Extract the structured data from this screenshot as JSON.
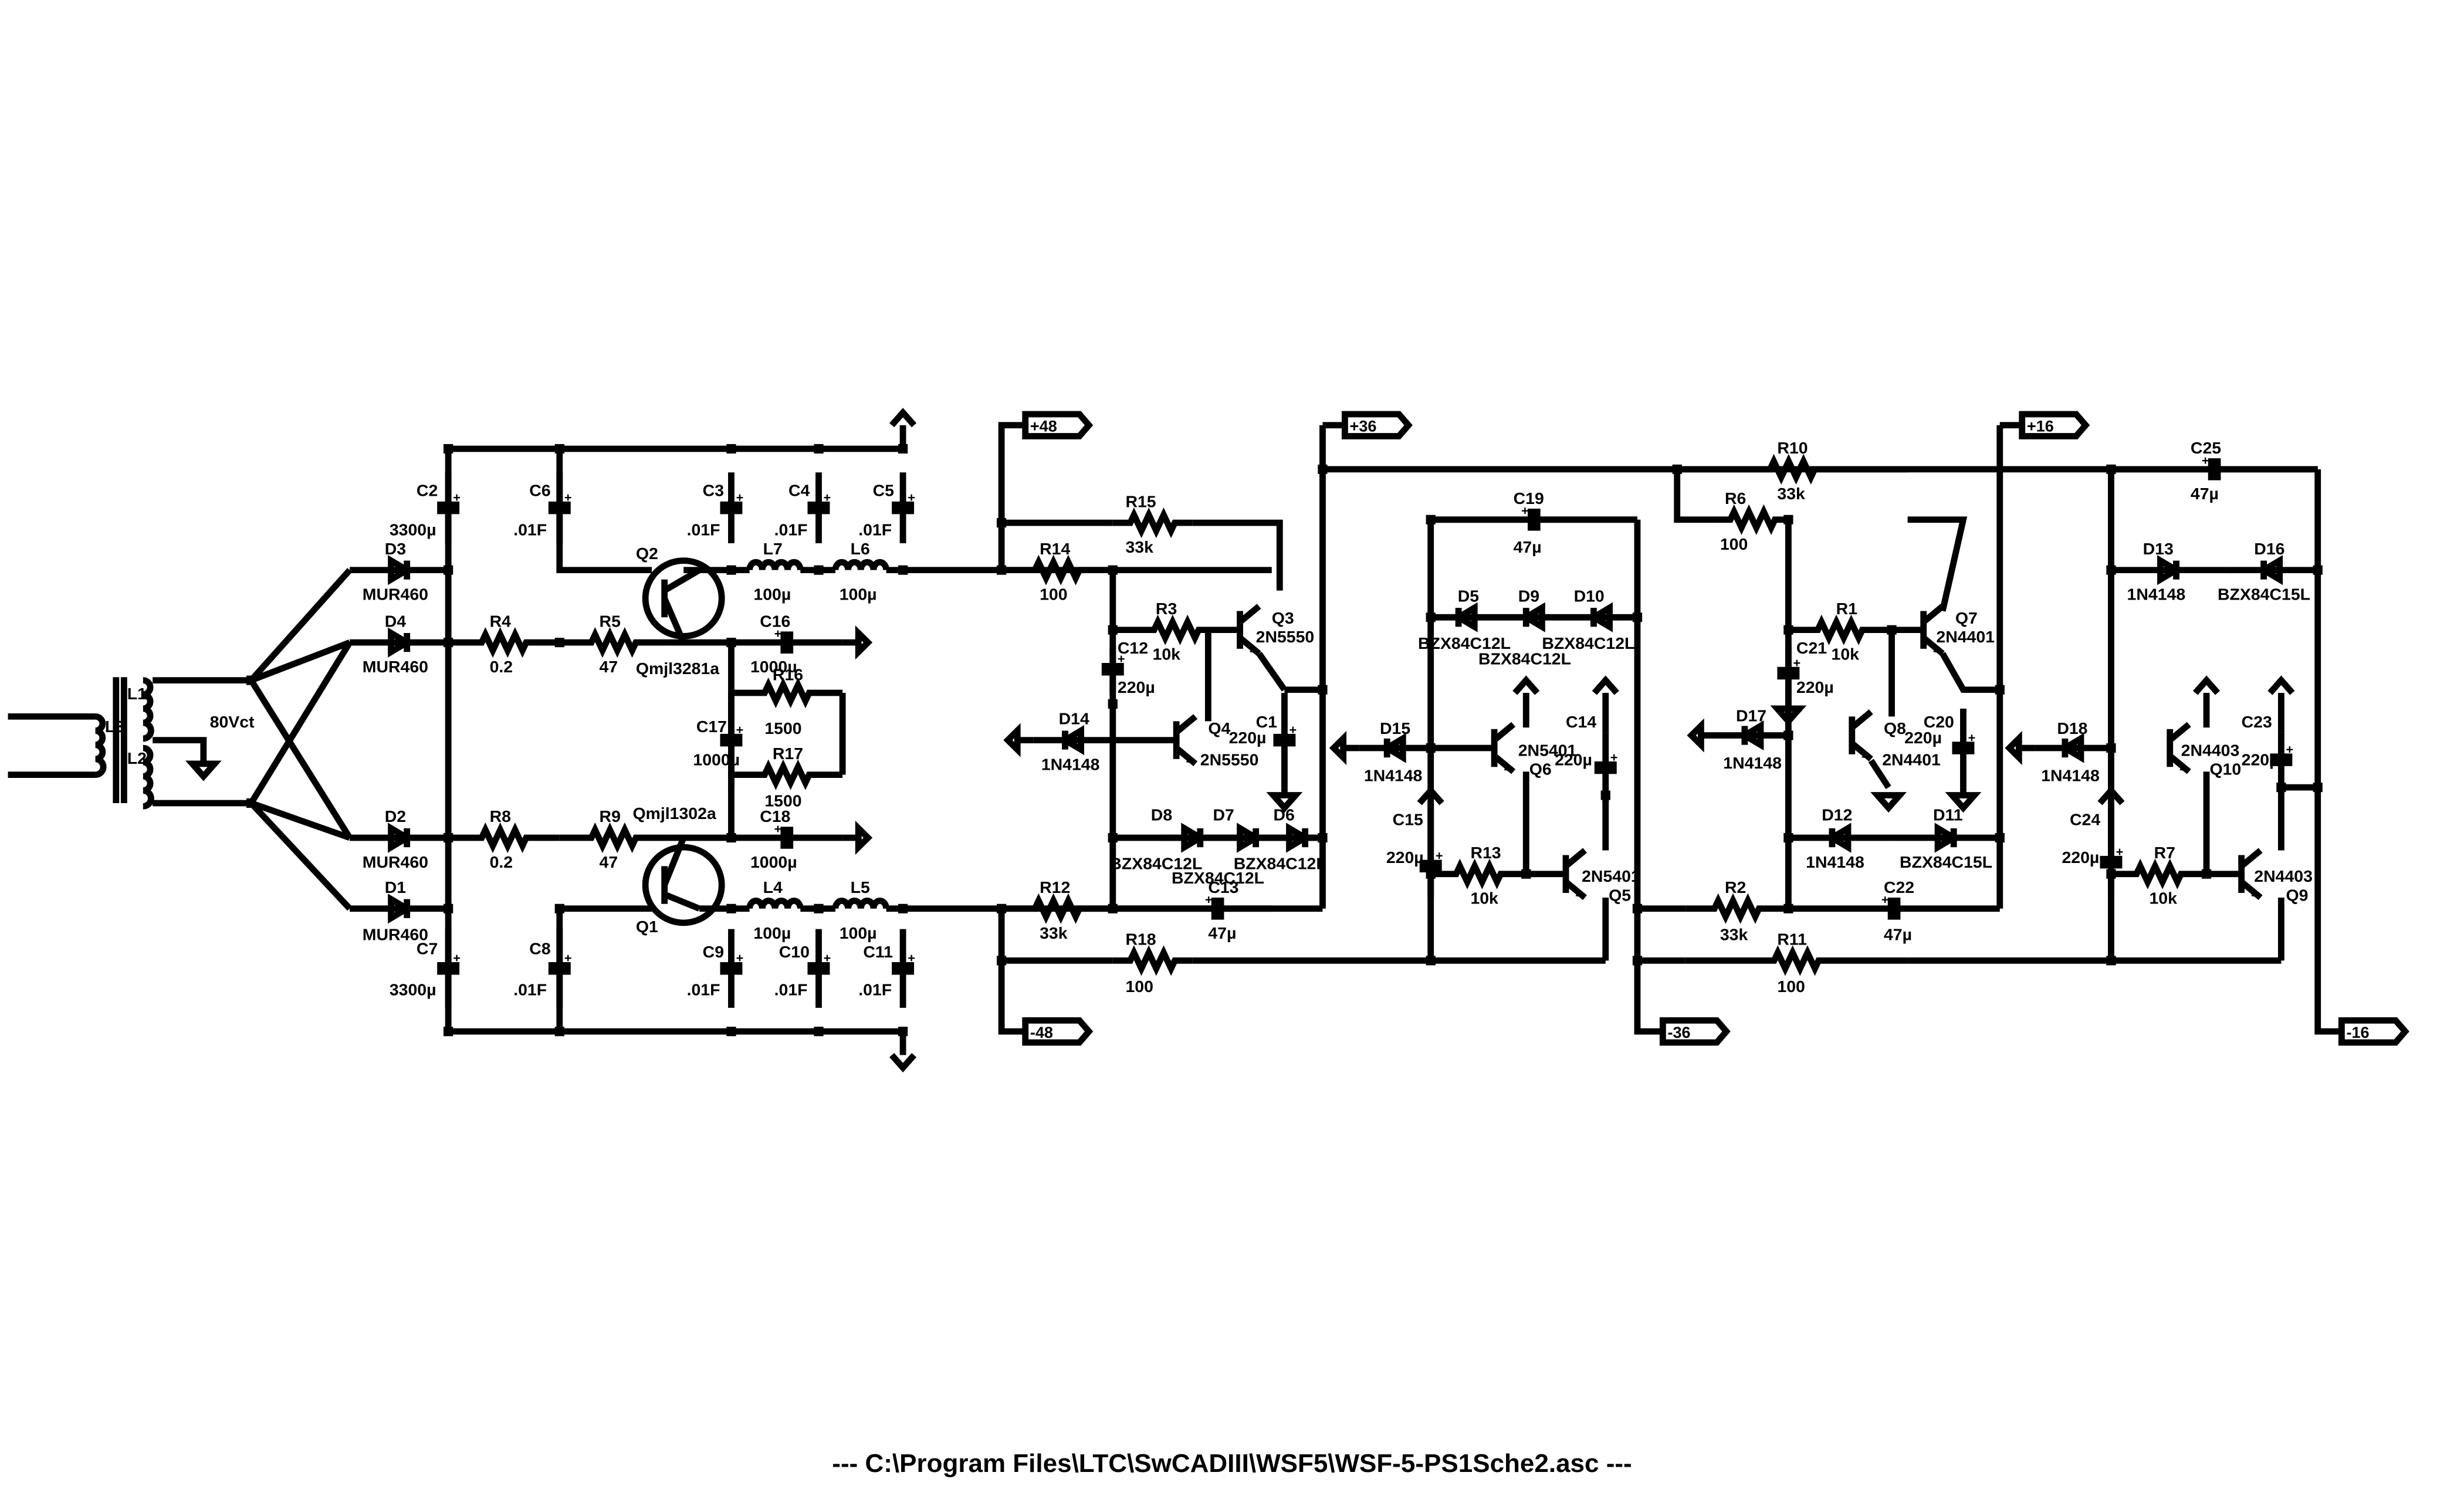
{
  "footer_text": "---  C:\\Program Files\\LTC\\SwCADIII\\WSF5\\WSF-5-PS1Sche2.asc  ---",
  "transformer": {
    "label": "80Vct",
    "coils": [
      "L1",
      "L2",
      "L3"
    ]
  },
  "net_labels": [
    "+48",
    "+36",
    "+16",
    "-48",
    "-36",
    "-16"
  ],
  "components": [
    {
      "ref": "C2",
      "value": "3300µ"
    },
    {
      "ref": "C7",
      "value": "3300µ"
    },
    {
      "ref": "C6",
      "value": ".01F"
    },
    {
      "ref": "C8",
      "value": ".01F"
    },
    {
      "ref": "C3",
      "value": ".01F"
    },
    {
      "ref": "C4",
      "value": ".01F"
    },
    {
      "ref": "C5",
      "value": ".01F"
    },
    {
      "ref": "C9",
      "value": ".01F"
    },
    {
      "ref": "C10",
      "value": ".01F"
    },
    {
      "ref": "C11",
      "value": ".01F"
    },
    {
      "ref": "D3",
      "value": "MUR460"
    },
    {
      "ref": "D4",
      "value": "MUR460"
    },
    {
      "ref": "D2",
      "value": "MUR460"
    },
    {
      "ref": "D1",
      "value": "MUR460"
    },
    {
      "ref": "R4",
      "value": "0.2"
    },
    {
      "ref": "R8",
      "value": "0.2"
    },
    {
      "ref": "R5",
      "value": "47"
    },
    {
      "ref": "R9",
      "value": "47"
    },
    {
      "ref": "Q2",
      "value": "Qmjl3281a"
    },
    {
      "ref": "Q1",
      "value": "Qmjl1302a"
    },
    {
      "ref": "L7",
      "value": "100µ"
    },
    {
      "ref": "L6",
      "value": "100µ"
    },
    {
      "ref": "L4",
      "value": "100µ"
    },
    {
      "ref": "L5",
      "value": "100µ"
    },
    {
      "ref": "C16",
      "value": "1000µ"
    },
    {
      "ref": "C17",
      "value": "1000µ"
    },
    {
      "ref": "C18",
      "value": "1000µ"
    },
    {
      "ref": "R16",
      "value": "1500"
    },
    {
      "ref": "R17",
      "value": "1500"
    },
    {
      "ref": "R15",
      "value": "33k"
    },
    {
      "ref": "R14",
      "value": "100"
    },
    {
      "ref": "R12",
      "value": "33k"
    },
    {
      "ref": "R18",
      "value": "100"
    },
    {
      "ref": "R3",
      "value": "10k"
    },
    {
      "ref": "C12",
      "value": "220µ"
    },
    {
      "ref": "Q3",
      "value": "2N5550"
    },
    {
      "ref": "Q4",
      "value": "2N5550"
    },
    {
      "ref": "C1",
      "value": "220µ"
    },
    {
      "ref": "D14",
      "value": "1N4148"
    },
    {
      "ref": "D8",
      "value": "BZX84C12L"
    },
    {
      "ref": "D7",
      "value": "BZX84C12L"
    },
    {
      "ref": "D6",
      "value": "BZX84C12L"
    },
    {
      "ref": "C13",
      "value": "47µ"
    },
    {
      "ref": "C19",
      "value": "47µ"
    },
    {
      "ref": "D5",
      "value": "BZX84C12L"
    },
    {
      "ref": "D9",
      "value": "BZX84C12L"
    },
    {
      "ref": "D10",
      "value": "BZX84C12L"
    },
    {
      "ref": "D15",
      "value": "1N4148"
    },
    {
      "ref": "Q6",
      "value": "2N5401"
    },
    {
      "ref": "C14",
      "value": "220µ"
    },
    {
      "ref": "C15",
      "value": "220µ"
    },
    {
      "ref": "R13",
      "value": "10k"
    },
    {
      "ref": "Q5",
      "value": "2N5401"
    },
    {
      "ref": "R10",
      "value": "33k"
    },
    {
      "ref": "R6",
      "value": "100"
    },
    {
      "ref": "R1",
      "value": "10k"
    },
    {
      "ref": "C21",
      "value": "220µ"
    },
    {
      "ref": "Q7",
      "value": "2N4401"
    },
    {
      "ref": "Q8",
      "value": "2N4401"
    },
    {
      "ref": "C20",
      "value": "220µ"
    },
    {
      "ref": "D17",
      "value": "1N4148"
    },
    {
      "ref": "D12",
      "value": "1N4148"
    },
    {
      "ref": "D11",
      "value": "BZX84C15L"
    },
    {
      "ref": "R2",
      "value": "33k"
    },
    {
      "ref": "R11",
      "value": "100"
    },
    {
      "ref": "C22",
      "value": "47µ"
    },
    {
      "ref": "C25",
      "value": "47µ"
    },
    {
      "ref": "D13",
      "value": "1N4148"
    },
    {
      "ref": "D16",
      "value": "BZX84C15L"
    },
    {
      "ref": "D18",
      "value": "1N4148"
    },
    {
      "ref": "Q10",
      "value": "2N4403"
    },
    {
      "ref": "C23",
      "value": "220µ"
    },
    {
      "ref": "C24",
      "value": "220µ"
    },
    {
      "ref": "R7",
      "value": "10k"
    },
    {
      "ref": "Q9",
      "value": "2N4403"
    }
  ]
}
